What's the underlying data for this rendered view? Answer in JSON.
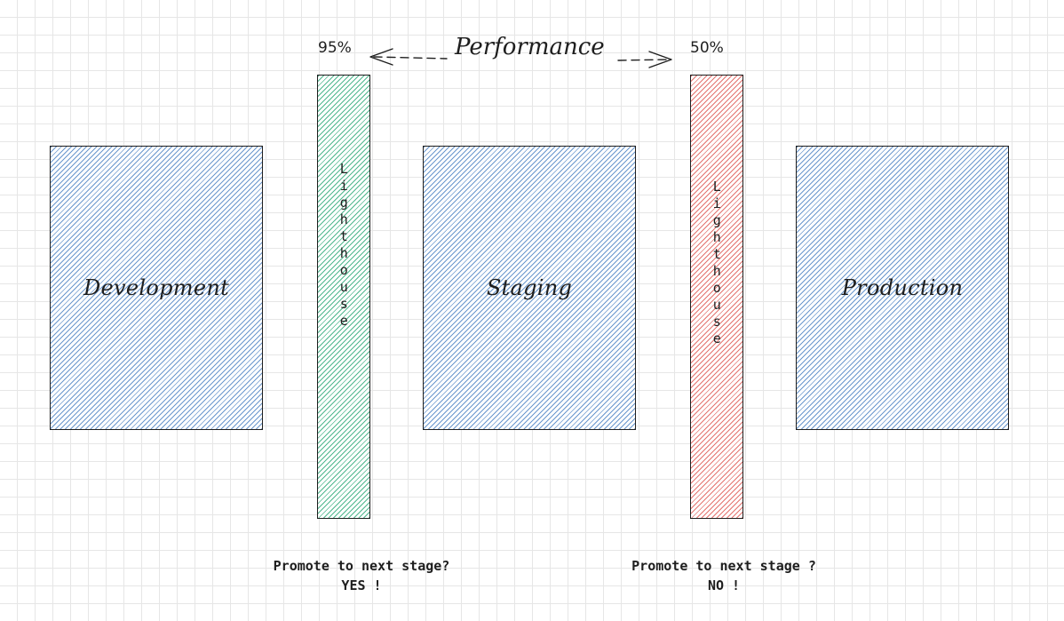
{
  "diagram": {
    "stages": [
      {
        "label": "Development"
      },
      {
        "label": "Staging"
      },
      {
        "label": "Production"
      }
    ],
    "gates": [
      {
        "label": "Lighthouse",
        "score": "95%",
        "color": "#3caf82"
      },
      {
        "label": "Lighthouse",
        "score": "50%",
        "color": "#e1645f"
      }
    ],
    "performance_label": "Performance",
    "promotions": [
      {
        "question": "Promote to next stage?",
        "answer": "YES !"
      },
      {
        "question": "Promote to next stage ?",
        "answer": "NO !"
      }
    ],
    "colors": {
      "stage_hatch": "#5a8cc8",
      "pass_hatch": "#3caf82",
      "fail_hatch": "#e1645f",
      "stroke": "#1e1e1e"
    }
  }
}
